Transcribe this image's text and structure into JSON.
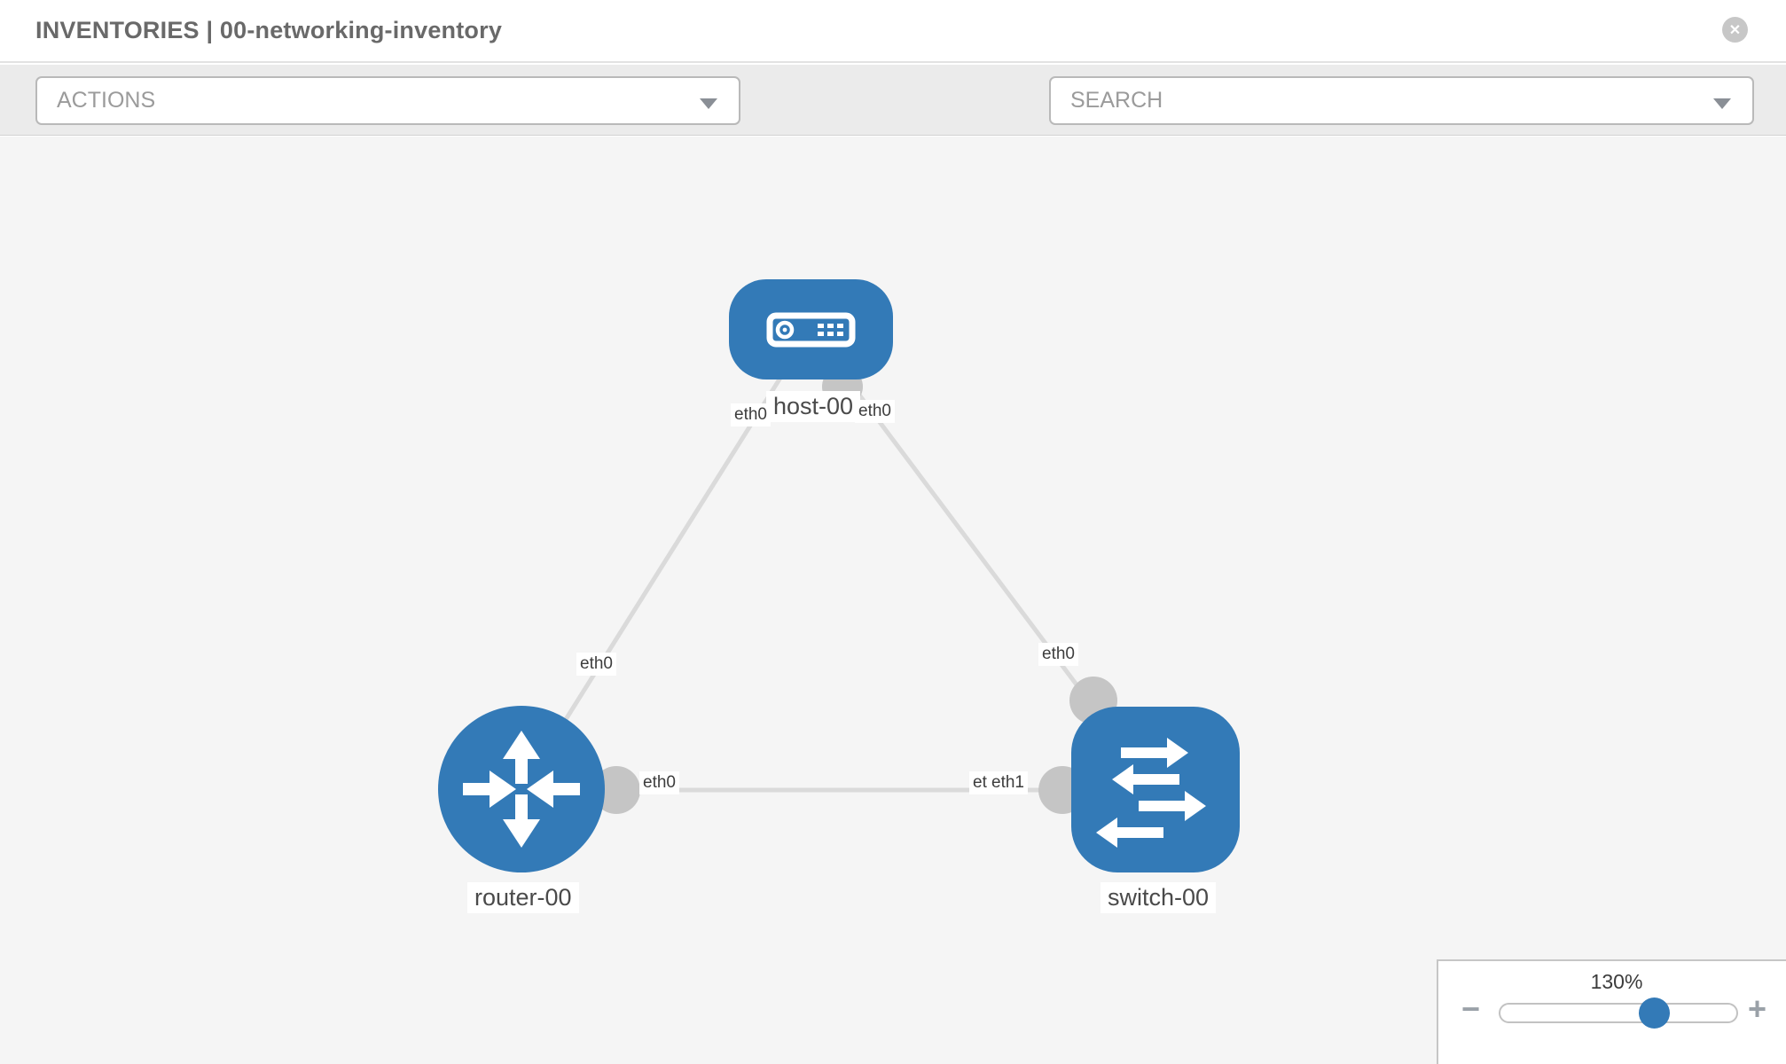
{
  "header": {
    "title": "INVENTORIES | 00-networking-inventory"
  },
  "toolbar": {
    "actions_label": "ACTIONS",
    "search_label": "SEARCH",
    "tool_icons": [
      "wrench-icon",
      "key-icon"
    ]
  },
  "icons": {
    "close": "✕",
    "minus": "−",
    "plus": "+"
  },
  "topology": {
    "nodes": [
      {
        "label": "host-00",
        "type": "host"
      },
      {
        "label": "router-00",
        "type": "router"
      },
      {
        "label": "switch-00",
        "type": "switch"
      }
    ],
    "links": [
      {
        "source": "host-00",
        "target": "router-00"
      },
      {
        "source": "host-00",
        "target": "switch-00"
      },
      {
        "source": "router-00",
        "target": "switch-00"
      }
    ],
    "interfaces": {
      "host_to_router": "eth0",
      "host_to_switch": "eth0",
      "router_to_host": "eth0",
      "router_to_switch": "eth0",
      "switch_to_host": "eth0",
      "switch_to_router": "eth1",
      "switch_to_router_overlapped": "eth0"
    }
  },
  "zoom_control": {
    "value": "130%"
  },
  "colors": {
    "node_blue": "#337ab7",
    "link_gray": "#dadada",
    "port_gray": "#c5c5c5",
    "toolbar_bg": "#ebebeb",
    "canvas_bg": "#f5f5f5"
  }
}
